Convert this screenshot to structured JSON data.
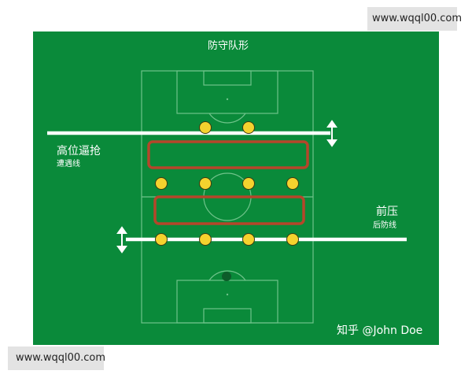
{
  "watermark_top": "www.wqql00.com",
  "watermark_bottom": "www.wqql00.com",
  "diagram": {
    "title": "防守队形",
    "left_label": {
      "main": "高位逼抢",
      "sub": "遭遇线"
    },
    "right_label": {
      "main": "前压",
      "sub": "后防线"
    },
    "credit": "知乎 @John Doe"
  },
  "colors": {
    "field": "#0a8a3a",
    "pitch_lines": "#6fc38a",
    "line_bar": "#ffffff",
    "zone_box": "#b5462a",
    "player": "#f5d22e",
    "player_stroke": "#3a3a10"
  }
}
